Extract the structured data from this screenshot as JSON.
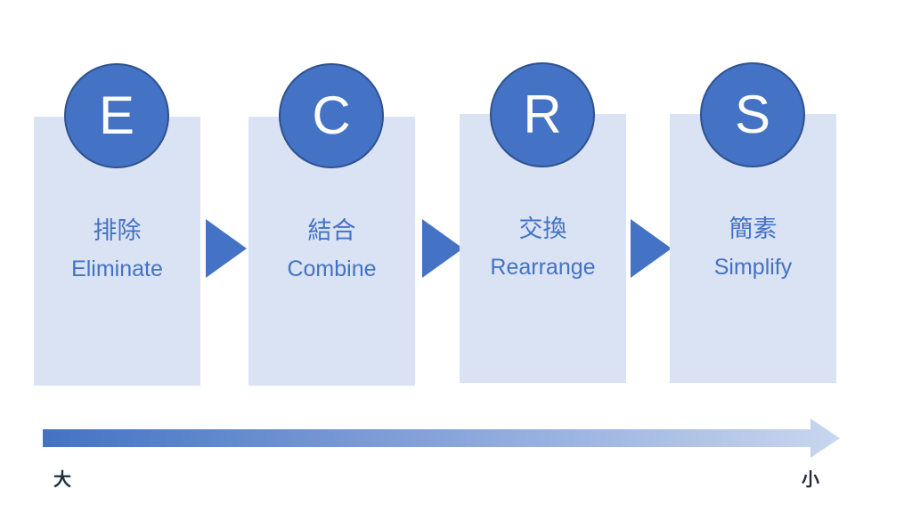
{
  "steps": [
    {
      "letter": "E",
      "jp": "排除",
      "en": "Eliminate"
    },
    {
      "letter": "C",
      "jp": "結合",
      "en": "Combine"
    },
    {
      "letter": "R",
      "jp": "交換",
      "en": "Rearrange"
    },
    {
      "letter": "S",
      "jp": "簡素",
      "en": "Simplify"
    }
  ],
  "scale": {
    "start_label": "大",
    "end_label": "小"
  },
  "colors": {
    "box_fill": "#dae3f3",
    "accent": "#4472c4",
    "arrow_fade": "#c9d6ef"
  }
}
